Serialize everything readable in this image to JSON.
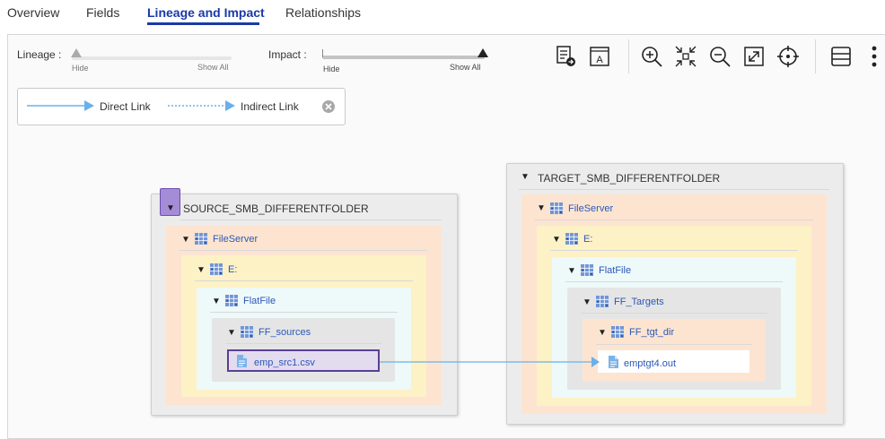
{
  "tabs": [
    "Overview",
    "Fields",
    "Lineage and Impact",
    "Relationships"
  ],
  "toolbar": {
    "lineage_label": "Lineage :",
    "impact_label": "Impact :",
    "hide": "Hide",
    "show_all": "Show All",
    "lineage_level": 0,
    "impact_level": 1,
    "icons": [
      "tabular-view-icon",
      "text-view-icon",
      "zoom-in-icon",
      "fit-center-icon",
      "zoom-out-icon",
      "expand-icon",
      "focus-target-icon",
      "layout-icon",
      "more-options-icon"
    ]
  },
  "legend": {
    "direct": "Direct Link",
    "indirect": "Indirect Link",
    "direct_color": "#6ab0ea",
    "indirect_color": "#6ab0ea"
  },
  "source": {
    "root": "SOURCE_SMB_DIFFERENTFOLDER",
    "fileserver": "FileServer",
    "drive": "E:",
    "flatfile": "FlatFile",
    "folder": "FF_sources",
    "file": "emp_src1.csv"
  },
  "target": {
    "root": "TARGET_SMB_DIFFERENTFOLDER",
    "fileserver": "FileServer",
    "drive": "E:",
    "flatfile": "FlatFile",
    "folder": "FF_Targets",
    "subfolder": "FF_tgt_dir",
    "file": "emptgt4.out"
  },
  "colors": {
    "accent": "#1a3aa8",
    "link": "#2a58b8",
    "selected_node": "#a48cd6"
  }
}
